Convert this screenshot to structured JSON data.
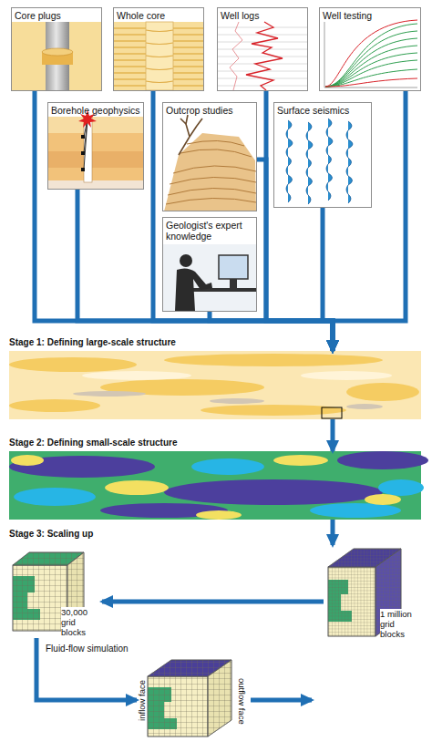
{
  "diagram": {
    "nodes": [
      {
        "text": [
          "Core plugs"
        ]
      },
      {
        "text": [
          "Whole core"
        ]
      },
      {
        "text": [
          "Well logs"
        ]
      },
      {
        "text": [
          "Well testing"
        ]
      },
      {
        "text": [
          "Borehole geophysics"
        ]
      },
      {
        "text": [
          "Outcrop studies"
        ]
      },
      {
        "text": [
          "Surface seismics"
        ]
      },
      {
        "text": [
          "Geologist's expert knowledge"
        ]
      },
      {
        "text": [
          "Stage 1: Defining large-scale structure"
        ]
      },
      {
        "text": [
          "Stage 2: Defining small-scale structure"
        ]
      },
      {
        "text": [
          "30,000 grid blocks"
        ]
      },
      {
        "text": [
          "1 million grid blocks"
        ]
      },
      {
        "text": [
          "inflow face",
          "outflow face"
        ]
      }
    ],
    "edges": [
      {
        "from": 0,
        "to": 8,
        "arrow": "to"
      },
      {
        "from": 1,
        "to": 8,
        "arrow": "to"
      },
      {
        "from": 2,
        "to": 8,
        "arrow": "to"
      },
      {
        "from": 3,
        "to": 8,
        "arrow": "to"
      },
      {
        "from": 4,
        "to": 8,
        "arrow": "to"
      },
      {
        "from": 5,
        "to": 8,
        "arrow": "to"
      },
      {
        "from": 6,
        "to": 8,
        "arrow": "to"
      },
      {
        "from": 7,
        "to": 8,
        "arrow": "to"
      },
      {
        "from": 8,
        "to": 9,
        "arrow": "to"
      },
      {
        "from": 9,
        "to": 11,
        "arrow": "to"
      },
      {
        "from": 11,
        "to": 10,
        "arrow": "to"
      },
      {
        "from": 10,
        "to": 12,
        "label": "Fluid-flow simulation",
        "arrow": "to"
      }
    ],
    "labels": [
      "Stage 3: Scaling up"
    ]
  }
}
